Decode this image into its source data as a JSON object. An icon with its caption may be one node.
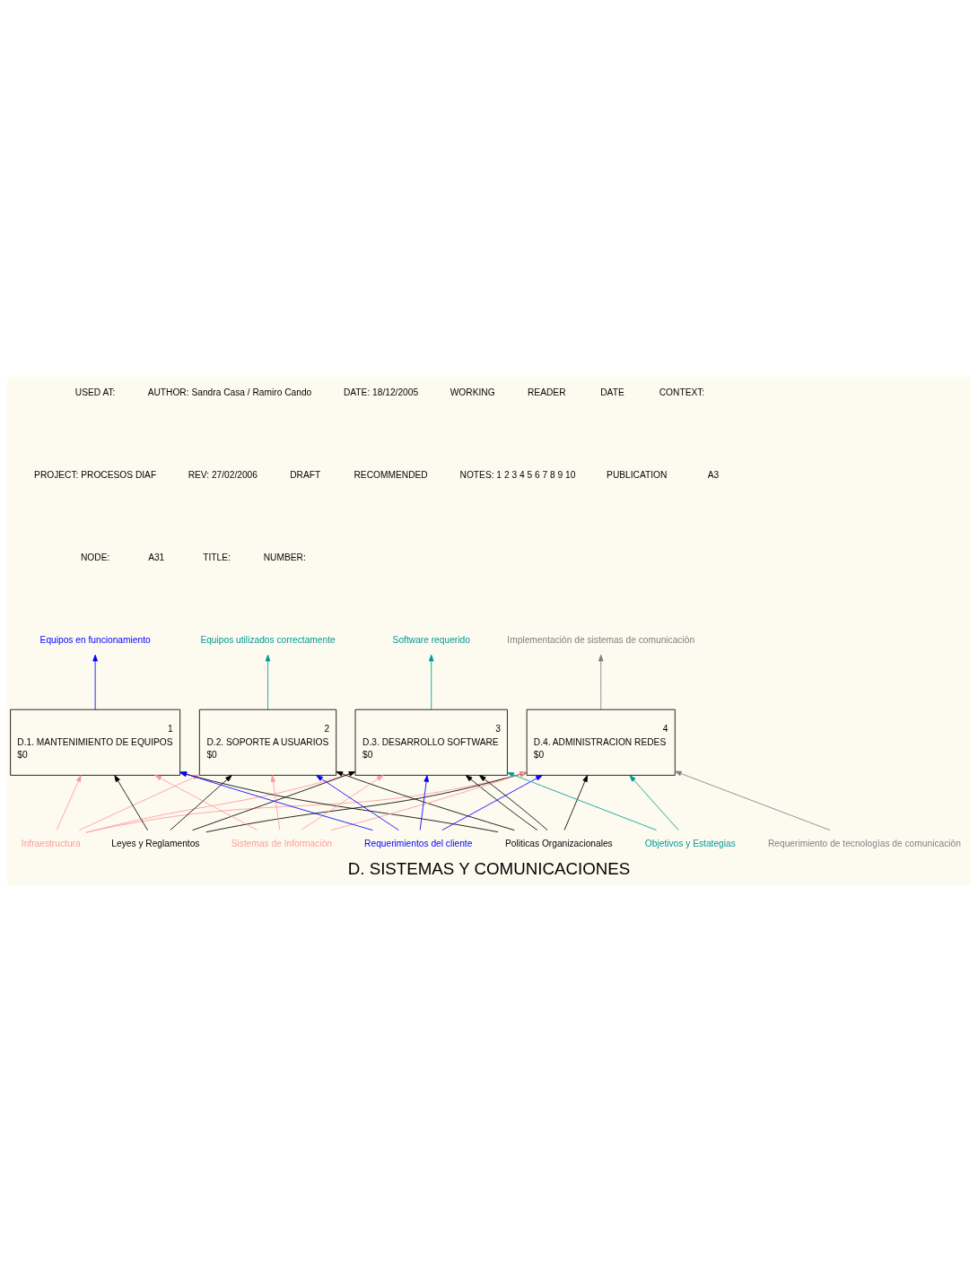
{
  "diagram": {
    "title": "D. SISTEMAS Y COMUNICACIONES",
    "nodes": [
      {
        "text": [
          "Equipos en funcionamiento"
        ]
      },
      {
        "text": [
          "Equipos utilizados correctamente"
        ]
      },
      {
        "text": [
          "Software requerido"
        ]
      },
      {
        "text": [
          "Implementaciòn de sistemas de comunicaciòn"
        ]
      },
      {
        "text": [
          "Infraestructura"
        ]
      },
      {
        "text": [
          "Leyes y Reglamentos"
        ]
      },
      {
        "text": [
          "Politicas Organizacionales"
        ]
      },
      {
        "text": [
          "4",
          "D.4. ADMINISTRACION REDES",
          "$0"
        ]
      },
      {
        "text": [
          "3",
          "D.3. DESARROLLO SOFTWARE",
          "$0"
        ]
      },
      {
        "text": [
          "2",
          "D.2. SOPORTE A USUARIOS",
          "$0"
        ]
      },
      {
        "text": [
          "1",
          "D.1. MANTENIMIENTO DE EQUIPOS",
          "$0"
        ]
      },
      {
        "text": [
          "Sistemas de Informaciòn"
        ]
      },
      {
        "text": [
          "Requerimientos del cliente"
        ]
      },
      {
        "text": [
          "Objetivos y Estategias"
        ]
      },
      {
        "text": [
          "Requerimiento de tecnologìas de comunicaciòn"
        ]
      }
    ],
    "edges": [
      {
        "from": 10,
        "to": 0,
        "arrow": "to",
        "color": "#0000ff"
      },
      {
        "from": 9,
        "to": 1,
        "arrow": "to",
        "color": "#009999"
      },
      {
        "from": 8,
        "to": 2,
        "arrow": "to",
        "color": "#009999"
      },
      {
        "from": 7,
        "to": 3,
        "arrow": "to",
        "color": "#808080"
      },
      {
        "from": 5,
        "to": 7,
        "arrow": "to"
      },
      {
        "from": 5,
        "to": 8,
        "arrow": "to"
      },
      {
        "from": 5,
        "to": 9,
        "arrow": "to"
      },
      {
        "from": 5,
        "to": 10,
        "arrow": "to"
      },
      {
        "from": 6,
        "to": 7,
        "arrow": "to"
      },
      {
        "from": 6,
        "to": 8,
        "arrow": "to"
      },
      {
        "from": 6,
        "to": 8,
        "arrow": "to"
      },
      {
        "from": 6,
        "to": 9,
        "arrow": "to"
      },
      {
        "from": 6,
        "to": 10,
        "arrow": "to"
      },
      {
        "from": 12,
        "to": 10,
        "arrow": "to",
        "color": "#0000ff"
      },
      {
        "from": 12,
        "to": 9,
        "arrow": "to",
        "color": "#0000ff"
      },
      {
        "from": 12,
        "to": 8,
        "arrow": "to",
        "color": "#0000ff"
      },
      {
        "from": 12,
        "to": 7,
        "arrow": "to",
        "color": "#0000ff"
      },
      {
        "from": 13,
        "to": 8,
        "arrow": "to",
        "color": "#009999"
      },
      {
        "from": 13,
        "to": 7,
        "arrow": "to",
        "color": "#009999"
      },
      {
        "from": 14,
        "to": 7,
        "arrow": "to",
        "color": "#808080"
      },
      {
        "from": 11,
        "to": 10,
        "arrow": "to",
        "color": "#ff9999"
      },
      {
        "from": 11,
        "to": 9,
        "arrow": "to",
        "color": "#ff9999"
      },
      {
        "from": 11,
        "to": 8,
        "arrow": "to",
        "color": "#ff9999"
      },
      {
        "from": 11,
        "to": 7,
        "arrow": "to",
        "color": "#ff9999"
      },
      {
        "from": 4,
        "to": 7,
        "arrow": "to",
        "color": "#ff9999"
      },
      {
        "from": 4,
        "to": 8,
        "arrow": "to",
        "color": "#ff9999"
      },
      {
        "from": 4,
        "to": 9,
        "arrow": "to",
        "color": "#ff9999"
      },
      {
        "from": 4,
        "to": 10,
        "arrow": "to",
        "color": "#ff9999"
      }
    ],
    "labels": [
      "USED AT:",
      "AUTHOR: Sandra Casa / Ramiro Cando",
      "DATE: 18/12/2005",
      "WORKING",
      "READER",
      "DATE",
      "CONTEXT:",
      "PROJECT: PROCESOS DIAF",
      "REV: 27/02/2006",
      "DRAFT",
      "RECOMMENDED",
      "NOTES: 1 2 3 4 5 6 7 8 9 10",
      "PUBLICATION",
      "A3",
      "NODE:",
      "A31",
      "TITLE:",
      "NUMBER:"
    ]
  }
}
